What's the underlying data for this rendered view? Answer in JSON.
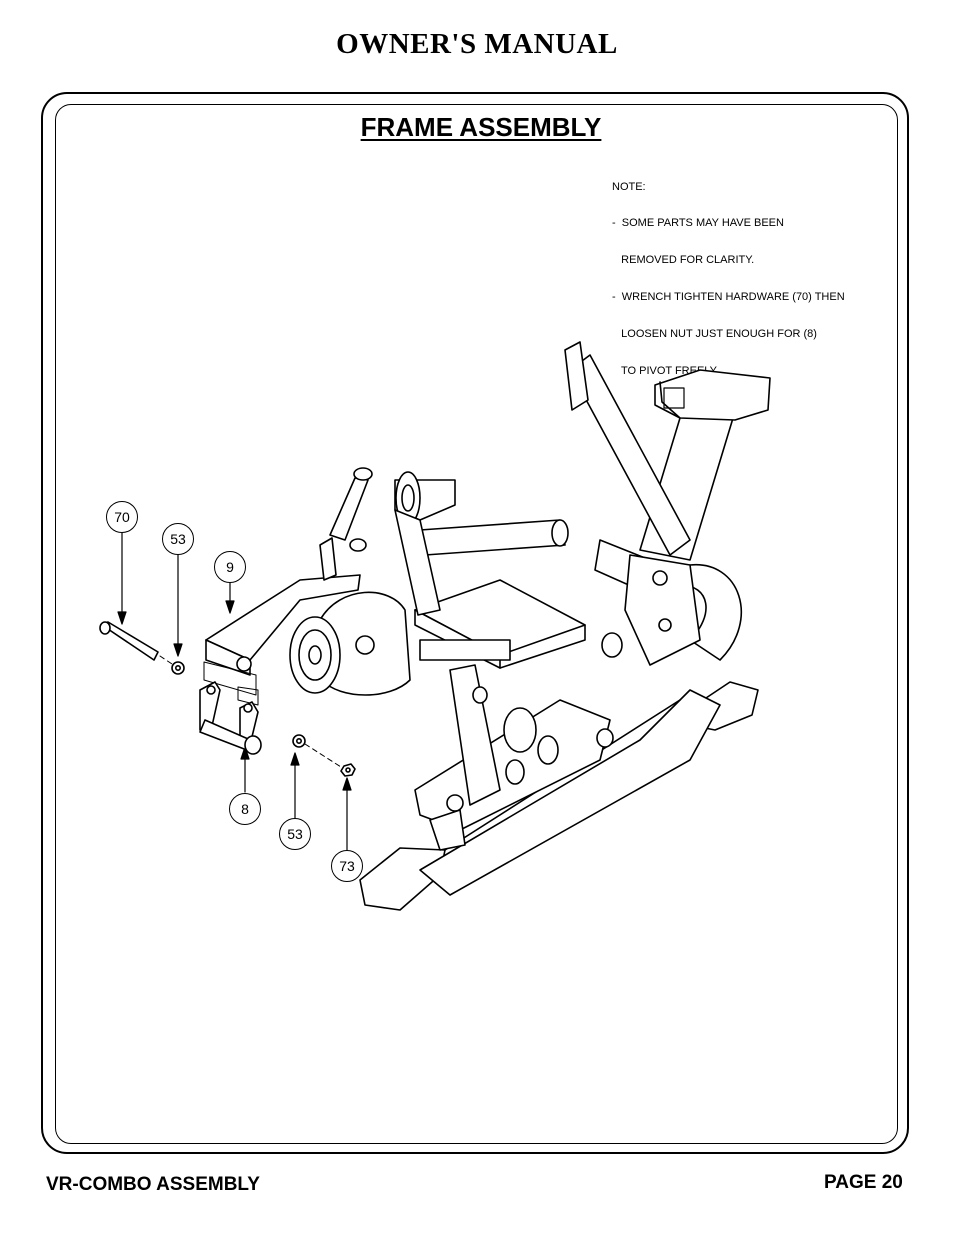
{
  "header": {
    "title": "OWNER'S MANUAL"
  },
  "section": {
    "title": "FRAME ASSEMBLY"
  },
  "note": {
    "lines": [
      "NOTE:",
      "-  SOME PARTS MAY HAVE BEEN",
      "   REMOVED FOR CLARITY.",
      "-  WRENCH TIGHTEN HARDWARE (70) THEN",
      "   LOOSEN NUT JUST ENOUGH FOR (8)",
      "   TO PIVOT FREELY."
    ]
  },
  "callouts": {
    "c70": "70",
    "c53a": "53",
    "c9": "9",
    "c8": "8",
    "c53b": "53",
    "c73": "73"
  },
  "footer": {
    "left": "VR-COMBO ASSEMBLY",
    "right": "PAGE 20"
  }
}
